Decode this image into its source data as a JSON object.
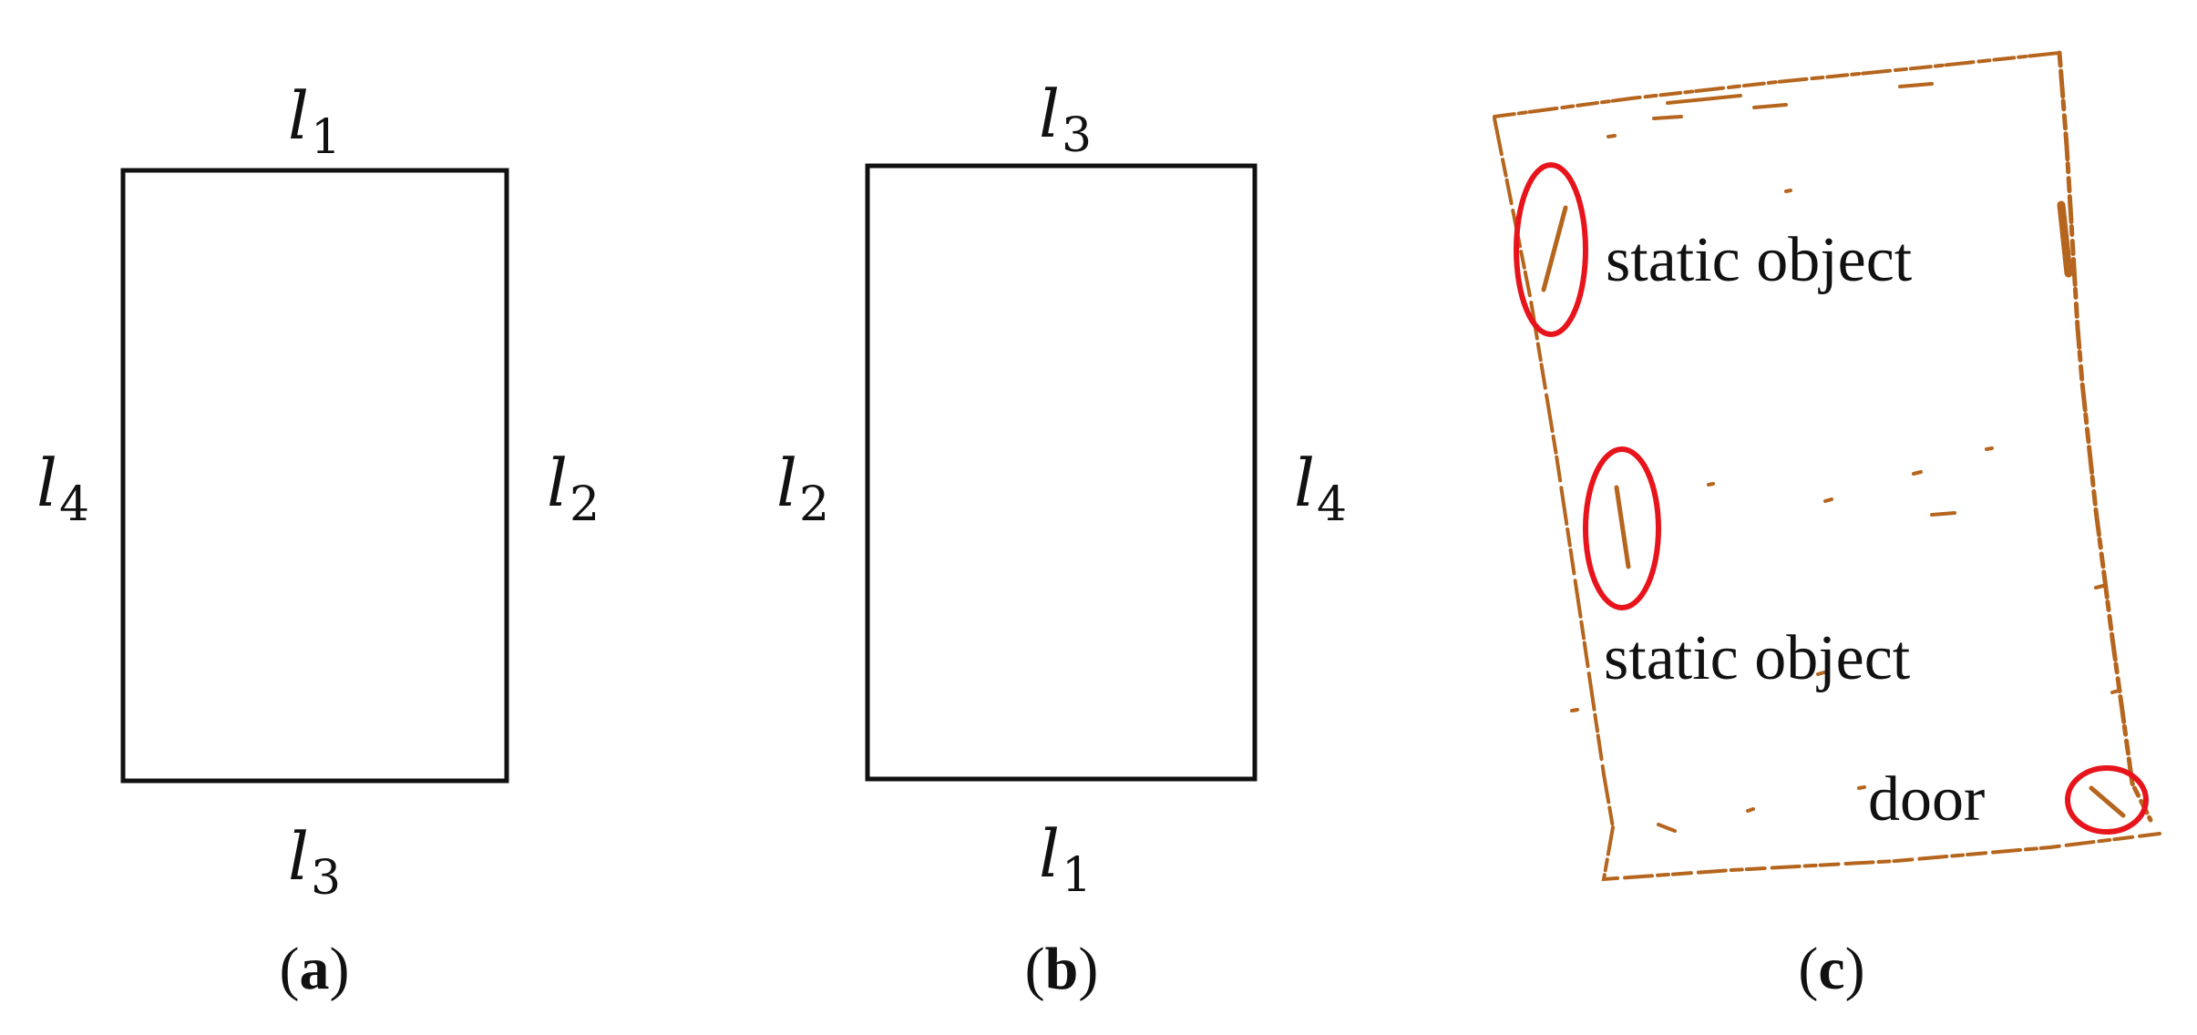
{
  "panels": {
    "a": {
      "caption_letter": "a",
      "top": {
        "base": "l",
        "sub": "1"
      },
      "right": {
        "base": "l",
        "sub": "2"
      },
      "bottom": {
        "base": "l",
        "sub": "3"
      },
      "left": {
        "base": "l",
        "sub": "4"
      }
    },
    "b": {
      "caption_letter": "b",
      "top": {
        "base": "l",
        "sub": "3"
      },
      "right": {
        "base": "l",
        "sub": "4"
      },
      "bottom": {
        "base": "l",
        "sub": "1"
      },
      "left": {
        "base": "l",
        "sub": "2"
      }
    },
    "c": {
      "caption_letter": "c",
      "annotations": {
        "static_object_1": "static object",
        "static_object_2": "static object",
        "door": "door"
      }
    }
  },
  "caption_paren_open": "(",
  "caption_paren_close": ")",
  "colors": {
    "line": "#111111",
    "point_cloud": "#b5651d",
    "highlight": "#e8141b"
  }
}
